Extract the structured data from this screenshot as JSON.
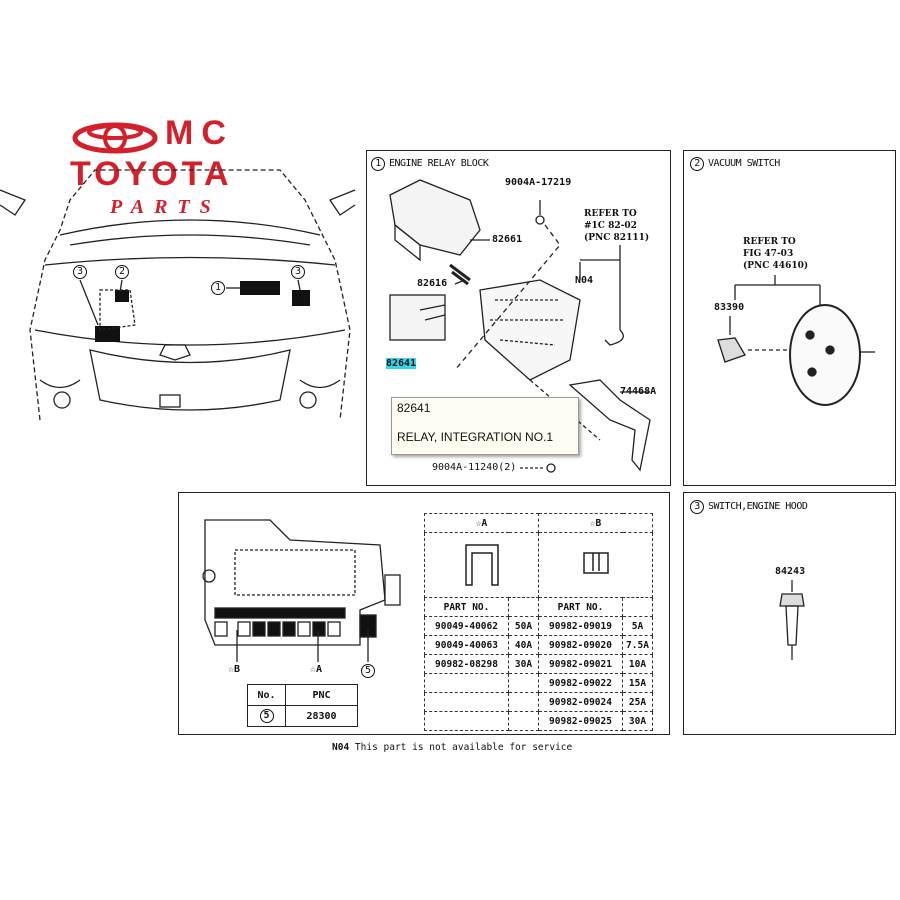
{
  "logo": {
    "brand_prefix": "MC",
    "brand": "TOYOTA",
    "sub": "PARTS",
    "color": "#d4202a"
  },
  "car": {
    "callouts": [
      "3",
      "2",
      "1",
      "3"
    ]
  },
  "panel1": {
    "number": "1",
    "title": "ENGINE RELAY BLOCK",
    "labels": {
      "bolt_top": "9004A-17219",
      "cover": "82661",
      "fuse": "82616",
      "n04": "N04",
      "relay": "82641",
      "bracket": "74468A",
      "bolt_bottom": "9004A-11240(2)"
    },
    "refer": "REFER TO\n#1C 82-02\n(PNC 82111)",
    "tooltip": {
      "part": "82641",
      "desc": "RELAY, INTEGRATION NO.1"
    },
    "highlight_color": "#33d6e8"
  },
  "panel2": {
    "number": "2",
    "title": "VACUUM SWITCH",
    "refer": "REFER TO\nFIG 47-03\n(PNC 44610)",
    "part": "83390"
  },
  "panel3": {
    "number": "3",
    "title": "SWITCH,ENGINE HOOD",
    "part": "84243"
  },
  "fusebox": {
    "marker_b": "☆B",
    "marker_a": "☆A",
    "marker_5": "5",
    "pnc_table": {
      "headers": [
        "No.",
        "PNC"
      ],
      "rows": [
        [
          "5",
          "28300"
        ]
      ]
    },
    "fuse_table": {
      "group_a": "☆A",
      "group_b": "☆B",
      "part_no": "PART NO.",
      "rows": [
        [
          "90049-40062",
          "50A",
          "90982-09019",
          "5A"
        ],
        [
          "90049-40063",
          "40A",
          "90982-09020",
          "7.5A"
        ],
        [
          "90982-08298",
          "30A",
          "90982-09021",
          "10A"
        ],
        [
          "",
          "",
          "90982-09022",
          "15A"
        ],
        [
          "",
          "",
          "90982-09024",
          "25A"
        ],
        [
          "",
          "",
          "90982-09025",
          "30A"
        ]
      ]
    }
  },
  "footnote": {
    "code": "N04",
    "text": "This part is not available for service"
  }
}
